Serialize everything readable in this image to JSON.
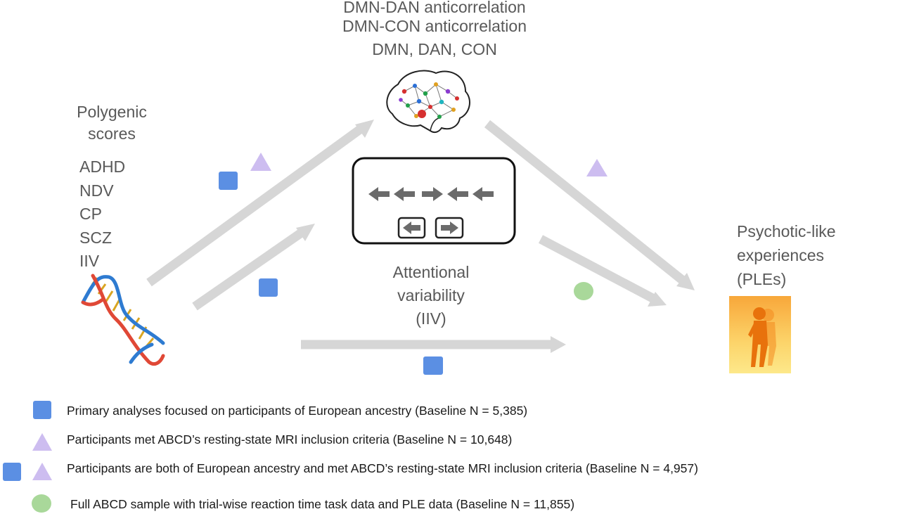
{
  "brain_block": {
    "lines": [
      "DMN-DAN anticorrelation",
      "DMN-CON anticorrelation",
      "DMN, DAN, CON"
    ]
  },
  "polygenic": {
    "title_lines": [
      "Polygenic",
      "scores"
    ],
    "items": [
      "ADHD",
      "NDV",
      "CP",
      "SCZ",
      "IIV"
    ]
  },
  "attention": {
    "lines": [
      "Attentional",
      "variability",
      "(IIV)"
    ]
  },
  "ples": {
    "lines": [
      "Psychotic-like",
      "experiences",
      "(PLEs)"
    ]
  },
  "legend": {
    "items": [
      {
        "markers": [
          "square"
        ],
        "text": "Primary analyses focused on participants of European ancestry (Baseline N = 5,385)"
      },
      {
        "markers": [
          "triangle"
        ],
        "text": "Participants met ABCD’s resting-state MRI inclusion criteria (Baseline N = 10,648)"
      },
      {
        "markers": [
          "square",
          "triangle"
        ],
        "text": "Participants are both of European ancestry and met ABCD’s resting-state MRI inclusion criteria (Baseline N = 4,957)"
      },
      {
        "markers": [
          "circle"
        ],
        "text": "Full ABCD sample with trial-wise reaction time task data and PLE data (Baseline N = 11,855)"
      }
    ]
  },
  "colors": {
    "arrow": "#d6d6d6",
    "square_marker": "#5b8fe3",
    "triangle_marker": "#cdbdf0",
    "circle_marker": "#a9d89a",
    "text": "#595959",
    "legend_text": "#1a1a1a"
  },
  "icons": {
    "brain": "brain-network-icon",
    "dna": "dna-helix-icon",
    "task": "flanker-task-icon",
    "person": "distressed-person-icon"
  }
}
